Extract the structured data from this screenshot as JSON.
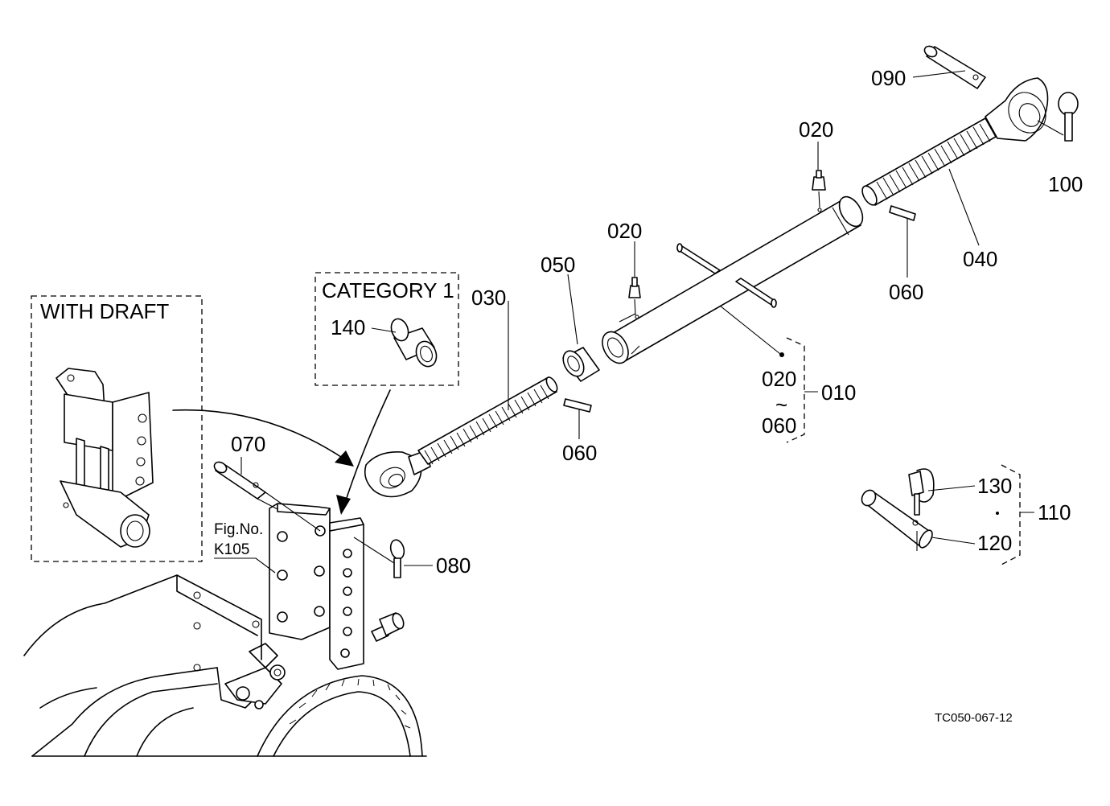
{
  "boxes": {
    "with_draft": "WITH DRAFT",
    "category": "CATEGORY 1"
  },
  "fig_ref": {
    "line1": "Fig.No.",
    "line2": "K105"
  },
  "drawing_code": "TC050-067-12",
  "parts": {
    "p010": "010",
    "p020_top": "020",
    "p020_mid": "020",
    "p020_range": "020",
    "range_tilde": "~",
    "p060_range": "060",
    "p030": "030",
    "p040": "040",
    "p050": "050",
    "p060_left": "060",
    "p060_right": "060",
    "p070": "070",
    "p080": "080",
    "p090": "090",
    "p100": "100",
    "p110": "110",
    "p120": "120",
    "p130": "130",
    "p140": "140"
  }
}
